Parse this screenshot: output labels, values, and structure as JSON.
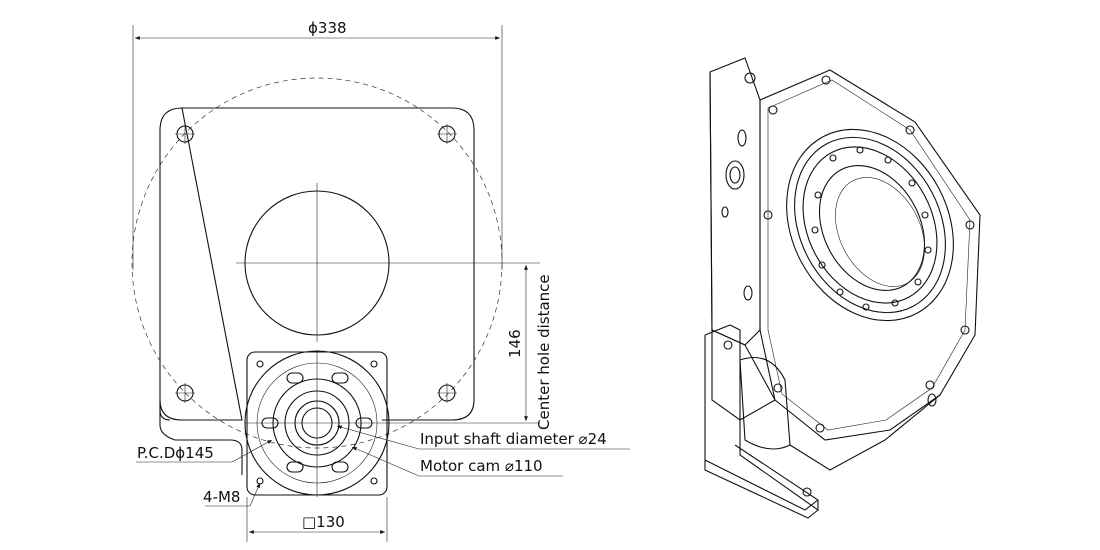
{
  "front_view": {
    "dim_outer_diameter": "ϕ338",
    "dim_center_distance_value": "146",
    "dim_center_distance_label": "Center hole distance",
    "label_pcd": "P.C.Dϕ145",
    "label_mount_holes": "4-M8",
    "label_input_shaft": "Input shaft diameter ⌀24",
    "label_motor_cam": "Motor cam ⌀110",
    "dim_square_flange": "□130"
  }
}
